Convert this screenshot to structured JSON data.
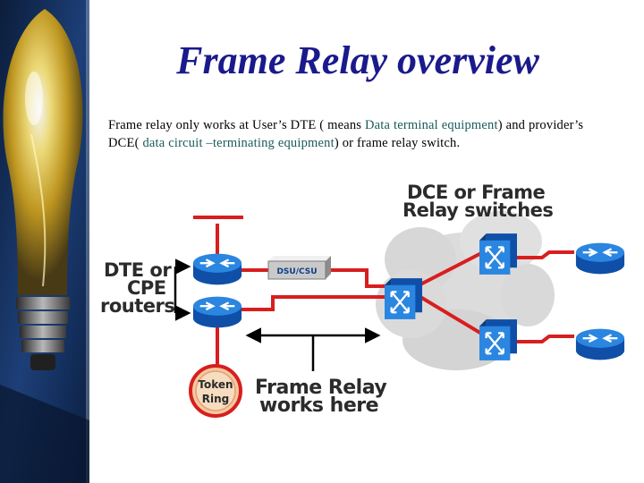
{
  "slide": {
    "title": "Frame Relay overview",
    "body": {
      "p1": "Frame relay only works at User’s DTE  ( means ",
      "p1_hl": "Data terminal equipment",
      "p2": ") and provider’s DCE( ",
      "p2_hl": "data circuit –terminating equipment",
      "p3": ") or frame relay switch."
    }
  },
  "diagram": {
    "label_dce_line1": "DCE or Frame",
    "label_dce_line2": "Relay switches",
    "label_dte_line1": "DTE or",
    "label_dte_line2": "CPE",
    "label_dte_line3": "routers",
    "dsu_label": "DSU/CSU",
    "token_ring_line1": "Token",
    "token_ring_line2": "Ring",
    "fr_line1": "Frame Relay",
    "fr_line2": "works here"
  },
  "colors": {
    "title": "#1a1a8c",
    "device_blue": "#1f6fd0",
    "link_red": "#d81e1e",
    "cloud": "#dcdcdc",
    "token_ring": "#f2c9a0"
  }
}
